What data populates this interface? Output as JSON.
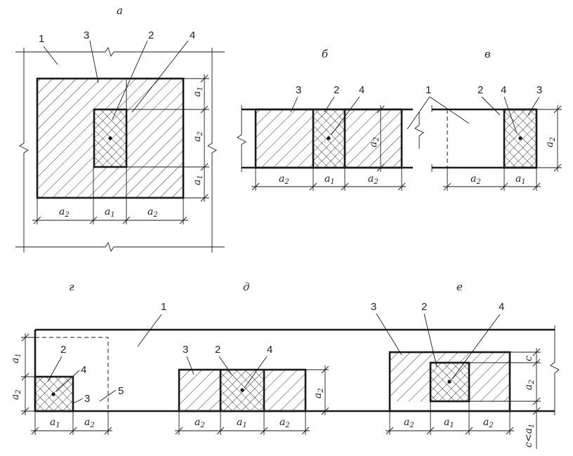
{
  "panels": {
    "a": "а",
    "b": "б",
    "v": "в",
    "g": "г",
    "d": "д",
    "e": "е"
  },
  "callouts": {
    "n1": "1",
    "n2": "2",
    "n3": "3",
    "n4": "4",
    "n5": "5"
  },
  "dims": {
    "a": "a",
    "sub1": "1",
    "sub2": "2",
    "c": "c",
    "c_lt": "c<a",
    "c_lt_sub": "1"
  }
}
